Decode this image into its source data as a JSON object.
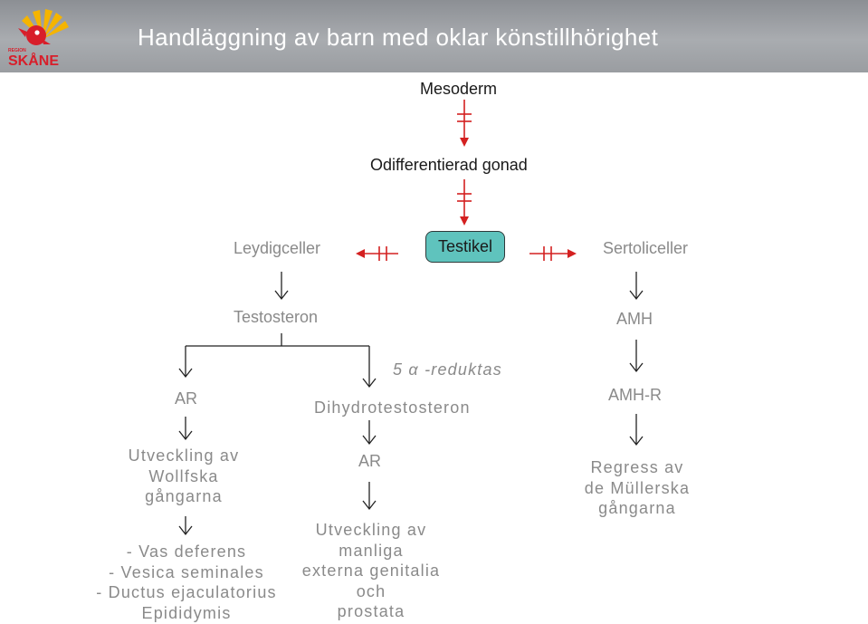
{
  "header": {
    "title": "Handläggning av barn med oklar könstillhörighet",
    "logo_small_text": "REGION",
    "logo_text": "SKÅNE"
  },
  "nodes": {
    "mesoderm": "Mesoderm",
    "odifferentierad": "Odifferentierad gonad",
    "leydig": "Leydigceller",
    "testikel": "Testikel",
    "sertoli": "Sertoliceller",
    "testosteron": "Testosteron",
    "amh": "AMH",
    "reduktas": "5 α -reduktas",
    "ar_left": "AR",
    "dht": "Dihydrotestosteron",
    "amhr": "AMH-R",
    "wollf": [
      "Utveckling av",
      "Wollfska",
      "gångarna"
    ],
    "ar_mid": "AR",
    "muller": [
      "Regress av",
      "de Müllerska",
      "gångarna"
    ],
    "wollf_derivatives": [
      "- Vas deferens",
      "- Vesica seminales",
      "- Ductus ejaculatorius",
      "Epididymis"
    ],
    "genitalia": [
      "Utveckling av",
      "manliga",
      "externa genitalia",
      "och",
      "prostata"
    ]
  },
  "colors": {
    "header_bg": "#9a9da1",
    "testikel_fill": "#5fc3bd",
    "red_arrow": "#d42020",
    "logo_yellow": "#f5b400",
    "logo_red": "#d81e2a"
  }
}
